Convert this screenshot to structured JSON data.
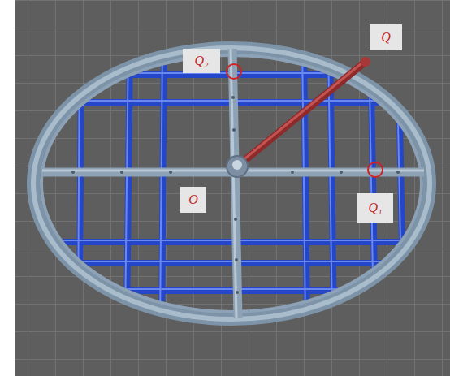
{
  "diagram": {
    "nodes": [
      {
        "text": [
          "Q"
        ]
      },
      {
        "text": [
          "Q₂"
        ]
      },
      {
        "text": [
          "O"
        ]
      },
      {
        "text": [
          "Q₁"
        ]
      }
    ]
  }
}
